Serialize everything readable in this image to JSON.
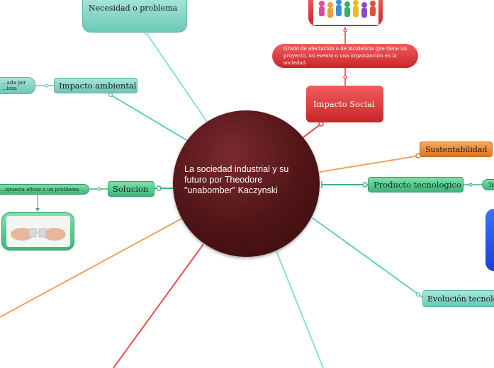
{
  "central_topic": "La sociedad industrial y su futuro por Theodore \"unabomber\" Kaczynski",
  "topics": {
    "necesidad": "Necesidad o problema",
    "impacto_ambiental": "Impacto ambiental",
    "impacto_ambiental_sub": "...ada por\n...leza",
    "impacto_social": "Impacto Social",
    "impacto_social_desc": "Grado de afectación o de incidencia que tiene un proyecto, un evento o una organización en la sociedad",
    "sustentabilidad": "Sustentabilidad",
    "producto": "Producto tecnologico",
    "producto_sub": "Te",
    "evolucion": "Evolución tecnoló",
    "solucion": "Solucion",
    "solucion_sub": "...spuesta eficaz a un problema"
  },
  "colors": {
    "center": "#4f1416",
    "teal": "#6cc7b7",
    "green": "#3fb57a",
    "red": "#c9262a",
    "orange": "#e07720",
    "blue": "#1640d8"
  },
  "images": {
    "people_figures": "people-figures-image",
    "puzzle_hands": "puzzle-hands-image"
  }
}
